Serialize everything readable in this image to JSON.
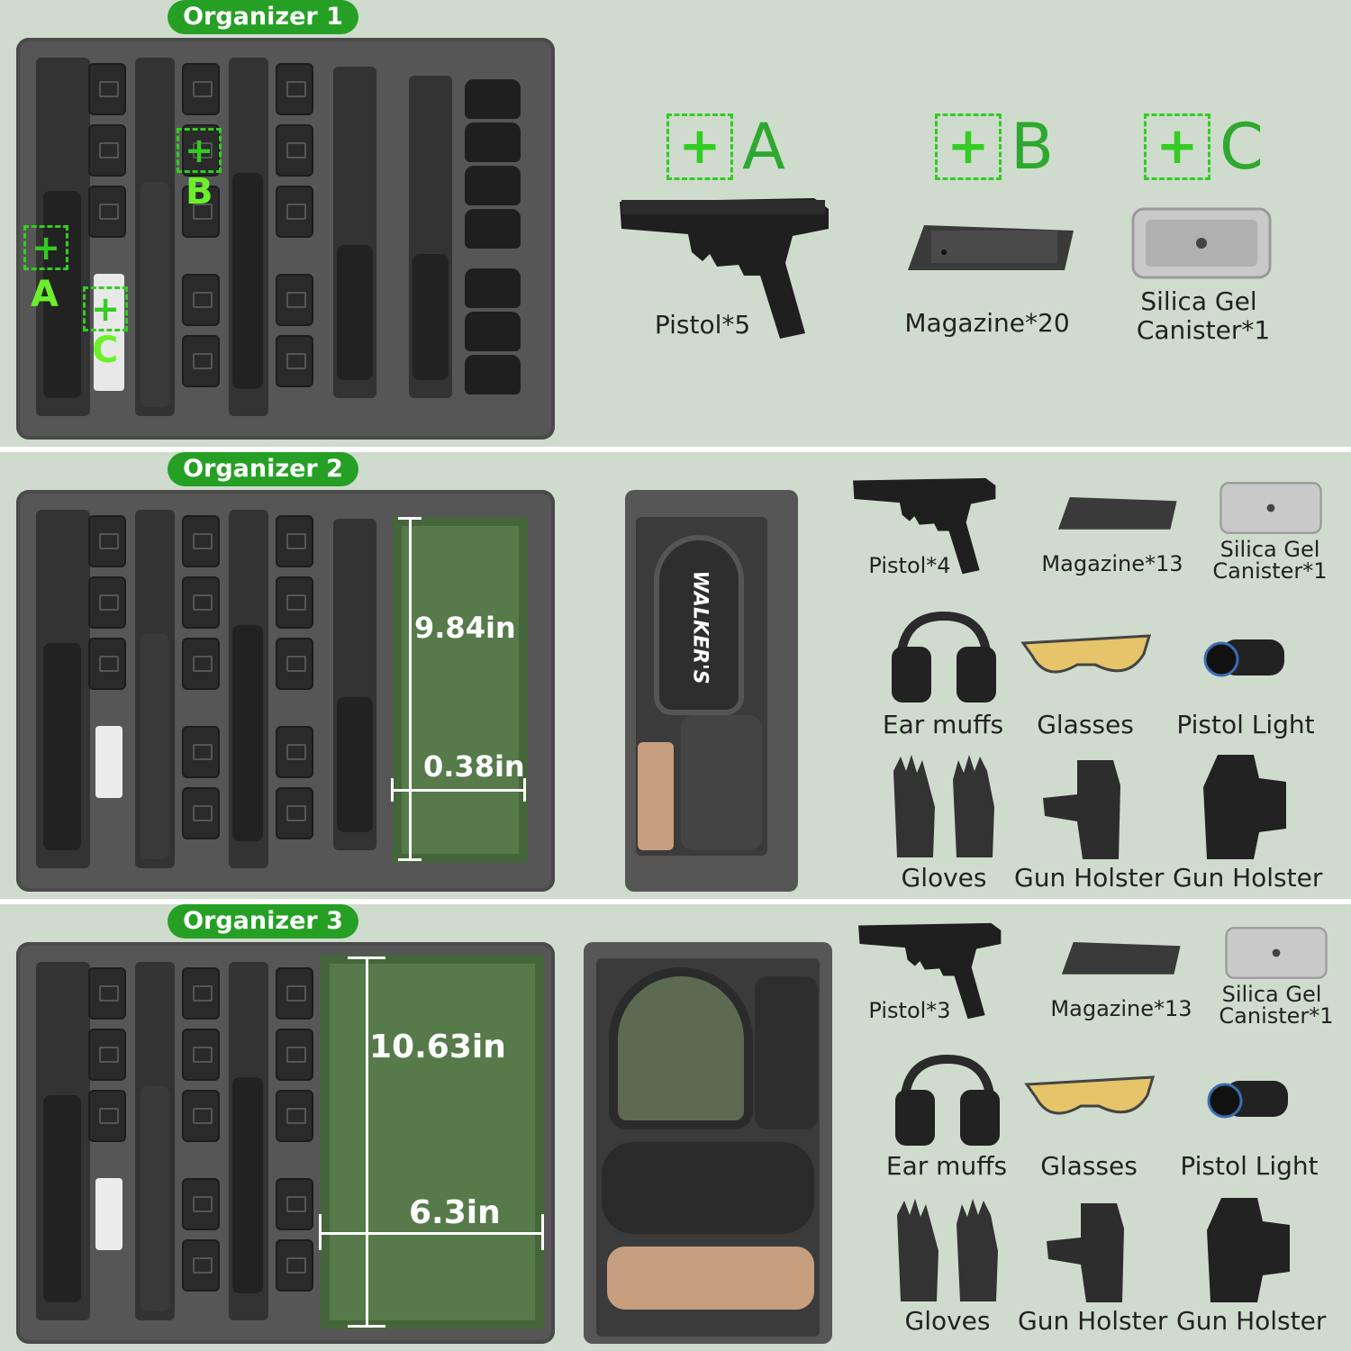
{
  "organizers": [
    {
      "badge": "Organizer 1",
      "markers": {
        "a": "A",
        "b": "B",
        "c": "C"
      },
      "legend": [
        {
          "letter": "A",
          "label": "Pistol*5",
          "icon": "pistol-icon"
        },
        {
          "letter": "B",
          "label": "Magazine*20",
          "icon": "magazine-icon"
        },
        {
          "letter": "C",
          "label_line1": "Silica Gel",
          "label_line2": "Canister*1",
          "icon": "silica-gel-canister-icon"
        }
      ]
    },
    {
      "badge": "Organizer 2",
      "dimensions": {
        "height": "9.84in",
        "width": "0.38in"
      },
      "items": [
        {
          "label": "Pistol*4",
          "icon": "pistol-icon"
        },
        {
          "label": "Magazine*13",
          "icon": "magazine-icon"
        },
        {
          "label_line1": "Silica Gel",
          "label_line2": "Canister*1",
          "icon": "silica-gel-canister-icon"
        },
        {
          "label": "Ear muffs",
          "icon": "ear-muffs-icon"
        },
        {
          "label": "Glasses",
          "icon": "glasses-icon"
        },
        {
          "label": "Pistol Light",
          "icon": "pistol-light-icon"
        },
        {
          "label": "Gloves",
          "icon": "gloves-icon"
        },
        {
          "label": "Gun Holster",
          "icon": "gun-holster-icon"
        },
        {
          "label": "Gun Holster",
          "icon": "gun-holster-icon"
        }
      ],
      "side_case_brand": "WALKER'S"
    },
    {
      "badge": "Organizer 3",
      "dimensions": {
        "height": "10.63in",
        "width": "6.3in"
      },
      "items": [
        {
          "label": "Pistol*3",
          "icon": "pistol-icon"
        },
        {
          "label": "Magazine*13",
          "icon": "magazine-icon"
        },
        {
          "label_line1": "Silica Gel",
          "label_line2": "Canister*1",
          "icon": "silica-gel-canister-icon"
        },
        {
          "label": "Ear muffs",
          "icon": "ear-muffs-icon"
        },
        {
          "label": "Glasses",
          "icon": "glasses-icon"
        },
        {
          "label": "Pistol Light",
          "icon": "pistol-light-icon"
        },
        {
          "label": "Gloves",
          "icon": "gloves-icon"
        },
        {
          "label": "Gun Holster",
          "icon": "gun-holster-icon"
        },
        {
          "label": "Gun Holster",
          "icon": "gun-holster-icon"
        }
      ]
    }
  ],
  "colors": {
    "background": "#cfdccd",
    "badge": "#25a025",
    "marker": "#6cf02c",
    "foam": "#565656",
    "cavity": "#567a4a"
  }
}
